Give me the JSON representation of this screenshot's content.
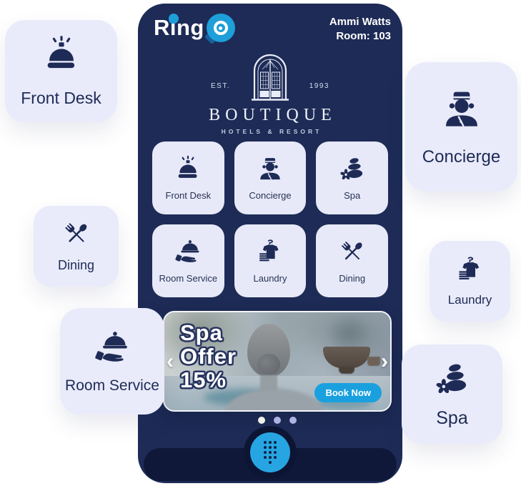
{
  "colors": {
    "phone_bg": "#1D2B56",
    "accent_blue": "#1E9FD9",
    "card_bg": "#E9EBFA",
    "icon_navy": "#1E2B56",
    "bottom_bar": "#0F1838",
    "active_dot": "#EFEFE7",
    "inactive_dot": "#AEB3E4"
  },
  "phone": {
    "brand": {
      "name": "Ring",
      "bubble_icon": "ringq-bubble-icon"
    },
    "guest": {
      "name": "Ammi Watts",
      "room": "Room: 103"
    },
    "hotel_logo": {
      "est": "EST.",
      "year": "1993",
      "name": "BOUTIQUE",
      "tagline": "HOTELS & RESORT",
      "icon": "boutique-door-icon"
    },
    "services": [
      {
        "label": "Front Desk",
        "icon": "bell-icon"
      },
      {
        "label": "Concierge",
        "icon": "concierge-icon"
      },
      {
        "label": "Spa",
        "icon": "spa-stones-icon"
      },
      {
        "label": "Room Service",
        "icon": "room-service-icon"
      },
      {
        "label": "Laundry",
        "icon": "laundry-icon"
      },
      {
        "label": "Dining",
        "icon": "dining-icon"
      }
    ],
    "banner": {
      "title_lines": [
        "Spa",
        "Offer",
        "15%"
      ],
      "cta": "Book Now",
      "prev_glyph": "‹",
      "next_glyph": "›",
      "dots": {
        "count": 3,
        "active_index": 0
      }
    },
    "dial_button": {
      "icon": "dialpad-icon"
    }
  },
  "floating_cards": [
    {
      "id": "front-desk",
      "label": "Front Desk",
      "icon": "bell-icon"
    },
    {
      "id": "concierge",
      "label": "Concierge",
      "icon": "concierge-icon"
    },
    {
      "id": "dining",
      "label": "Dining",
      "icon": "dining-icon"
    },
    {
      "id": "laundry",
      "label": "Laundry",
      "icon": "laundry-icon"
    },
    {
      "id": "room-service",
      "label": "Room Service",
      "icon": "room-service-icon"
    },
    {
      "id": "spa",
      "label": "Spa",
      "icon": "spa-stones-icon"
    }
  ]
}
